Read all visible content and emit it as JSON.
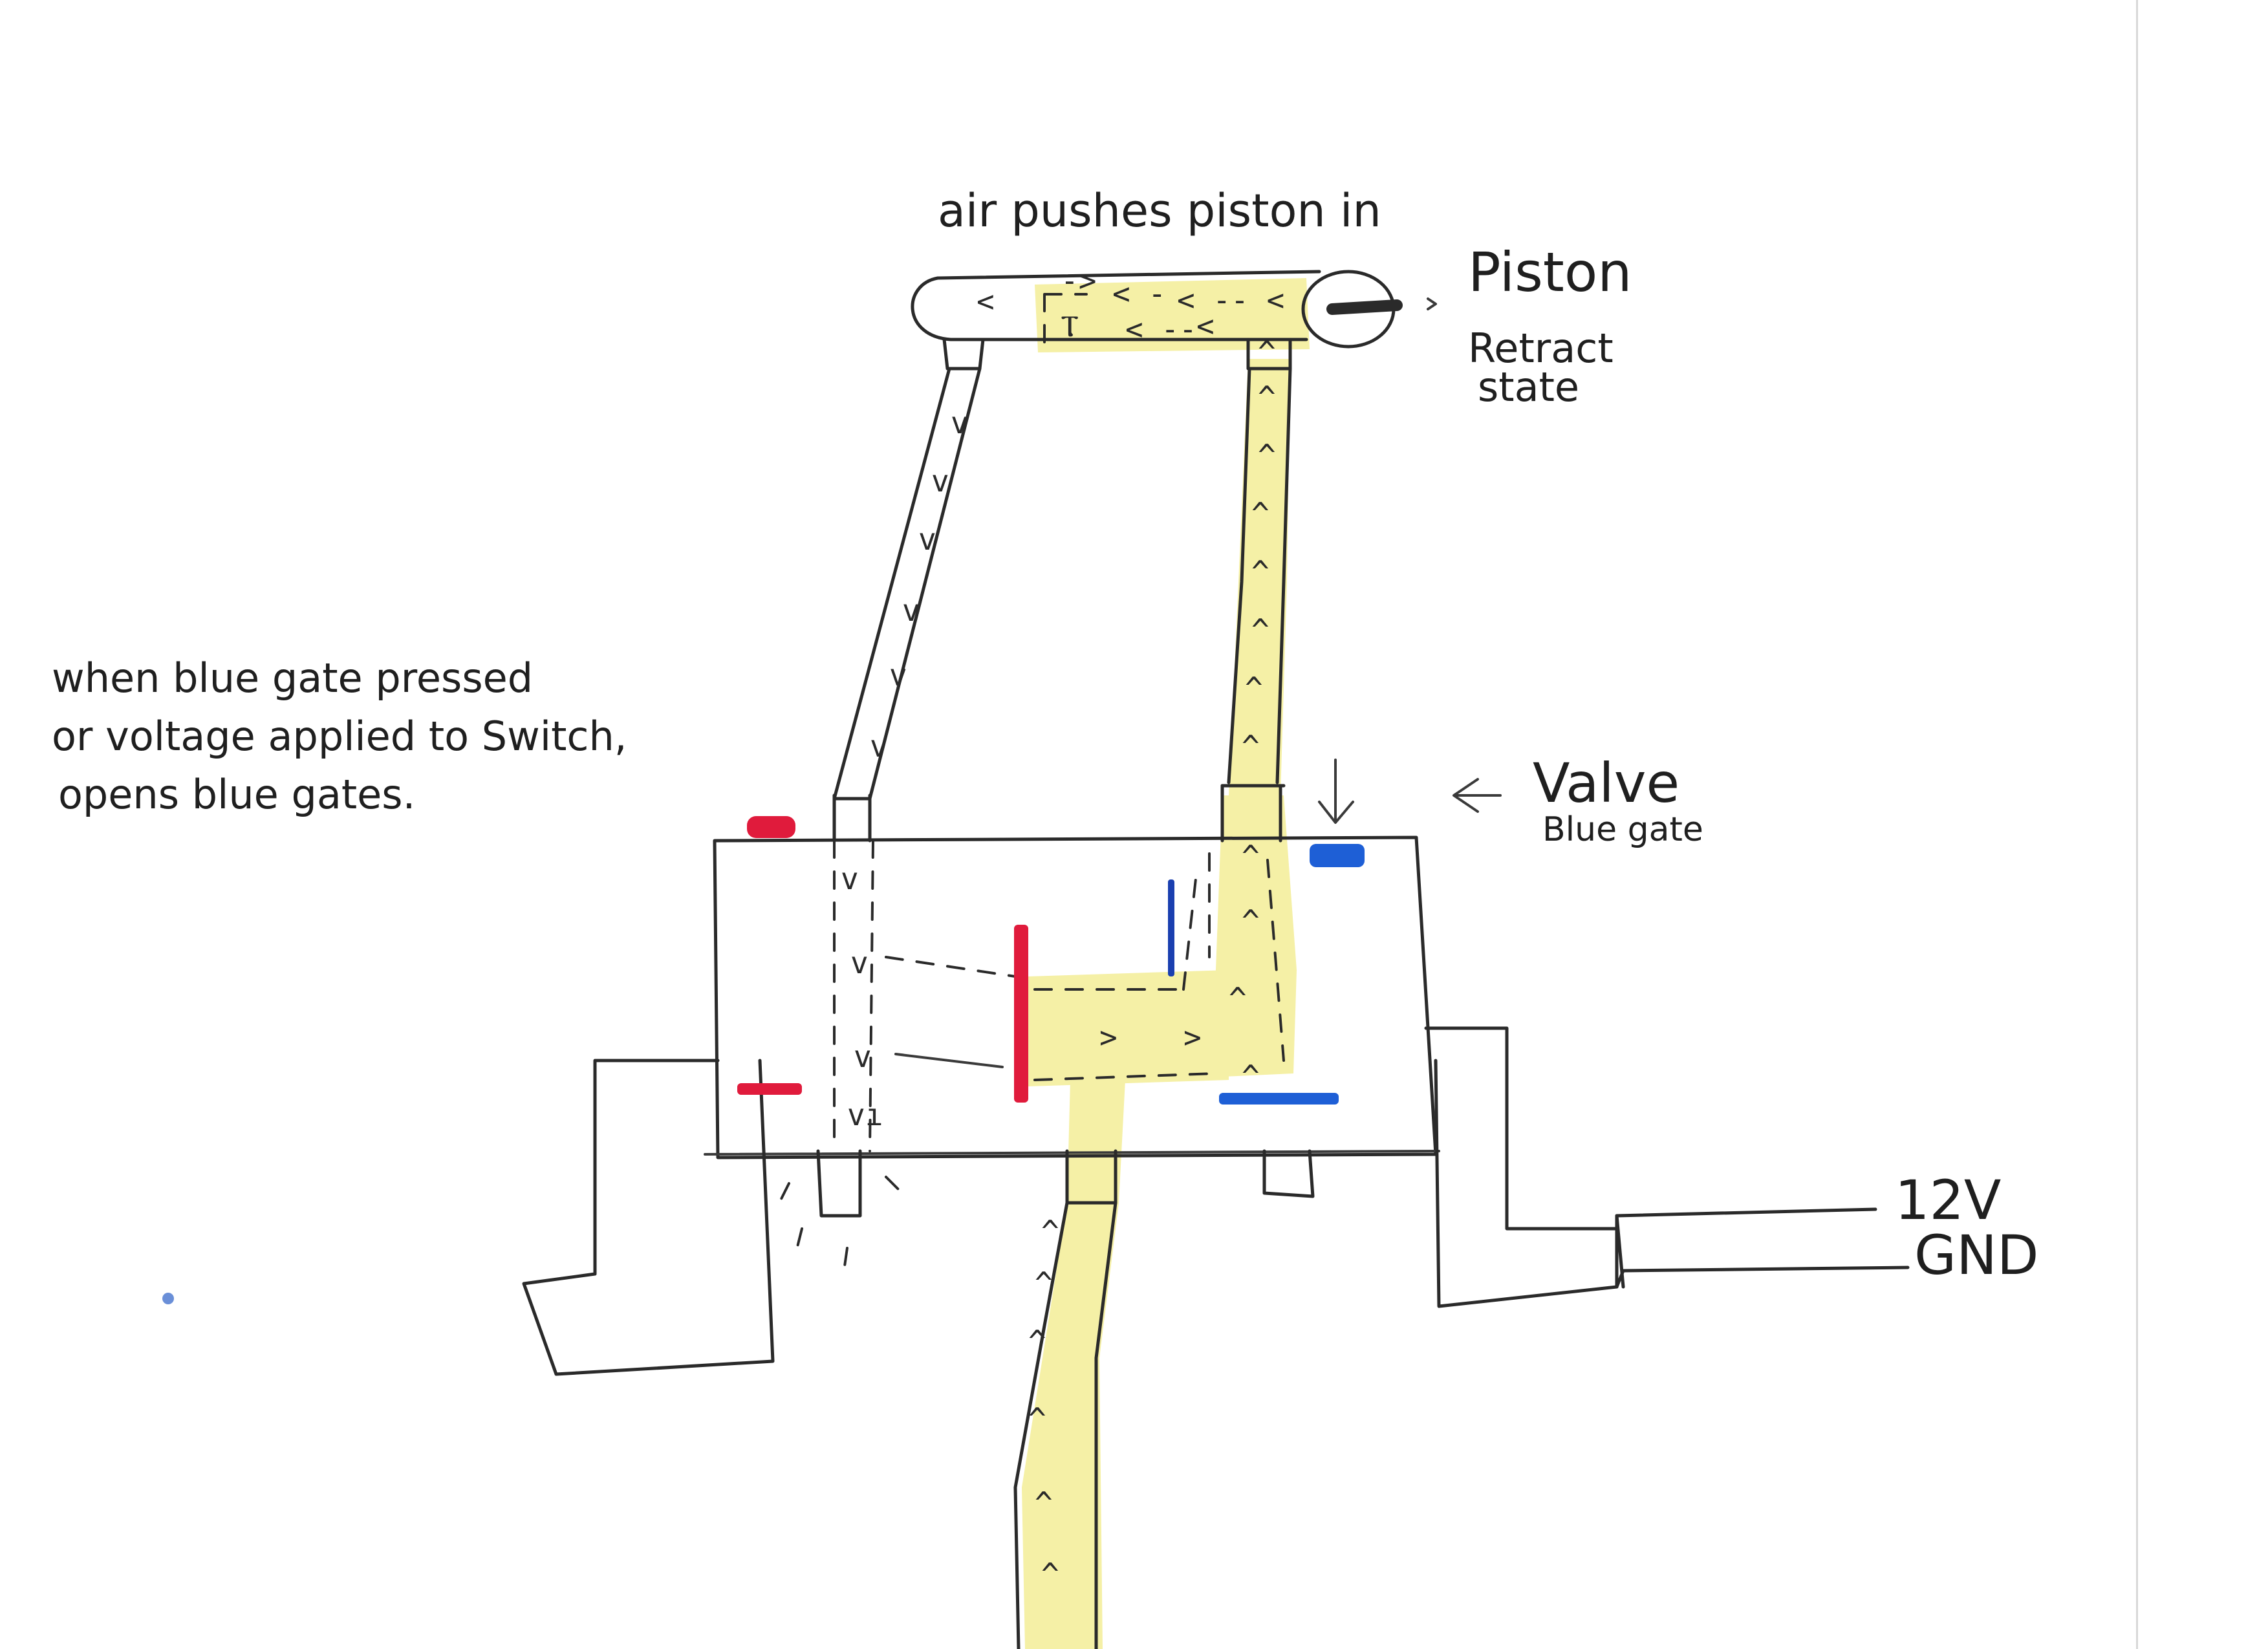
{
  "colors": {
    "ink": "#2a2a2a",
    "air": "#f5f0a6",
    "red": "#e01b3c",
    "blue": "#1a3fb0",
    "blue_bright": "#1e5fd6"
  },
  "labels": {
    "title": "air pushes piston in",
    "piston": "Piston",
    "retract": "Retract",
    "state": "state",
    "valve": "Valve",
    "blue_gate": "Blue gate",
    "note_line1": "when blue gate pressed",
    "note_line2": "or voltage applied to Switch,",
    "note_line3": "opens blue gates.",
    "v12": "12V",
    "gnd": "GND"
  }
}
